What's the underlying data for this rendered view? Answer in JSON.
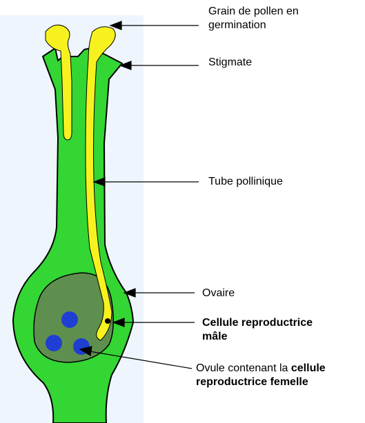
{
  "labels": {
    "pollen_line1": "Grain de pollen en",
    "pollen_line2": "germination",
    "stigmate": "Stigmate",
    "tube": "Tube pollinique",
    "ovaire": "Ovaire",
    "male_line1": "Cellule reproductrice",
    "male_line2": "mâle",
    "ovule_prefix": "Ovule contenant la ",
    "ovule_bold1": "cellule",
    "ovule_line2": "reproductrice femelle"
  },
  "colors": {
    "background_panel": "#eef5fd",
    "pistil_green": "#33d633",
    "outline": "#000000",
    "pollen_yellow": "#f7f21f",
    "ovule_fill": "#5f8f4f",
    "female_nucleus": "#1e3fd1",
    "male_cell": "#000000"
  }
}
